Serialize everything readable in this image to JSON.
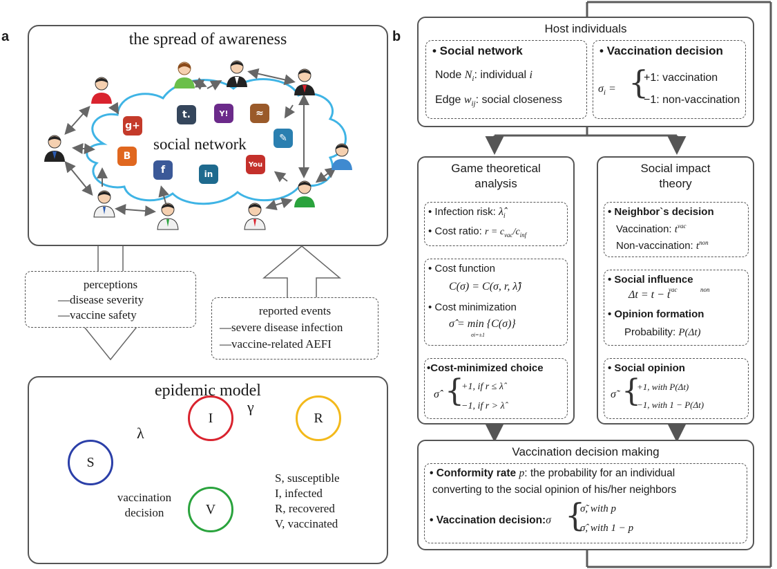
{
  "panel_a": {
    "letter": "a",
    "awareness_title": "the spread of awareness",
    "cloud_label": "social network",
    "app_icons": [
      {
        "name": "google-plus-icon",
        "glyph": "g+",
        "color": "#c43a2a"
      },
      {
        "name": "tumblr-icon",
        "glyph": "t.",
        "color": "#35465c"
      },
      {
        "name": "yahoo-icon",
        "glyph": "Y!",
        "color": "#6b2a8a"
      },
      {
        "name": "rss-icon",
        "glyph": "≈",
        "color": "#9a5a2a"
      },
      {
        "name": "blogger-icon",
        "glyph": "B",
        "color": "#e0671f"
      },
      {
        "name": "facebook-icon",
        "glyph": "f",
        "color": "#3b5998"
      },
      {
        "name": "linkedin-icon",
        "glyph": "in",
        "color": "#1e6a8e"
      },
      {
        "name": "youtube-icon",
        "glyph": "You",
        "color": "#c4302b"
      },
      {
        "name": "chat-icon",
        "glyph": "✎",
        "color": "#2a7fb0"
      }
    ],
    "perceptions": {
      "title": "perceptions",
      "items": [
        "—disease severity",
        "—vaccine safety"
      ]
    },
    "reported_events": {
      "title": "reported events",
      "items": [
        "—severe disease infection",
        "—vaccine-related AEFI"
      ]
    },
    "epidemic_title": "epidemic model",
    "nodes": {
      "S": "S",
      "I": "I",
      "R": "R",
      "V": "V"
    },
    "node_colors": {
      "S": "#2b3fa8",
      "I": "#d9232e",
      "R": "#f3b91b",
      "V": "#2aa33d"
    },
    "lambda": "λ",
    "gamma": "γ",
    "vaccination_decision": [
      "vaccination",
      "decision"
    ],
    "legend": [
      "S, susceptible",
      "I, infected",
      "R, recovered",
      "V, vaccinated"
    ]
  },
  "panel_b": {
    "letter": "b",
    "host": {
      "title": "Host individuals",
      "social_network": {
        "head": "• Social network",
        "node_prefix": "Node",
        "node_sym": "N",
        "node_sub": "i",
        "node_text": ": individual",
        "node_i": "i",
        "edge_prefix": "Edge",
        "edge_sym": "w",
        "edge_sub": "ij",
        "edge_text": ": social closeness"
      },
      "vaccination_decision": {
        "head": "• Vaccination decision",
        "sigma": "σ",
        "sub": "i",
        "eq": "=",
        "opt1_val": "+1",
        "opt1_label": ": vaccination",
        "opt2_val": "−1",
        "opt2_label": ": non-vaccination"
      }
    },
    "game": {
      "title": [
        "Game theoretical",
        "analysis"
      ],
      "infection_risk": "• Infection risk:",
      "infection_sym": "λ̂",
      "infection_sub": "i",
      "cost_ratio": "• Cost ratio:",
      "cost_ratio_eq": "r = c",
      "cost_ratio_sub1": "vac",
      "cost_ratio_slash": "/c",
      "cost_ratio_sub2": "inf",
      "cost_function": "• Cost function",
      "cost_function_eq": "C(σ) = C(σ, r, λ̂)",
      "cost_min": "• Cost minimization",
      "cost_min_eq": "σ̂ = min {C(σ)}",
      "cost_min_sub": "σi=±1",
      "choice_head": "•Cost-minimized choice",
      "choice_sigma": "σ̂",
      "choice_opt1": "+1, if r ≤ λ̂",
      "choice_opt2": "−1, if r > λ̂"
    },
    "social": {
      "title": [
        "Social impact",
        "theory"
      ],
      "neighbor": "• Neighbor`s decision",
      "vaccination": "Vaccination:",
      "vaccination_sym": "t",
      "vaccination_sup": "vac",
      "non_vaccination": "Non-vaccination:",
      "non_vaccination_sym": "t",
      "non_vaccination_sup": "non",
      "influence": "• Social influence",
      "influence_eq": "Δt = t − t",
      "influence_sup1": "vac",
      "influence_sup2": "non",
      "opinion_formation": "• Opinion formation",
      "probability": "Probability:",
      "probability_eq": "P(Δt)",
      "opinion_head": "• Social opinion",
      "opinion_sigma": "σ̃",
      "opinion_opt1": "+1, with P(Δt)",
      "opinion_opt2": "−1, with 1 − P(Δt)"
    },
    "decision_making": {
      "title": "Vaccination decision making",
      "conformity_head": "• Conformity rate",
      "conformity_p": "p",
      "conformity_text": ": the probability for an individual",
      "conformity_text2": "converting to the social opinion of his/her neighbors",
      "decision_head": "• Vaccination decision:",
      "decision_sigma": "σ",
      "decision_opt1": "σ̃, with p",
      "decision_opt2": "σ̂, with 1 − p"
    }
  }
}
